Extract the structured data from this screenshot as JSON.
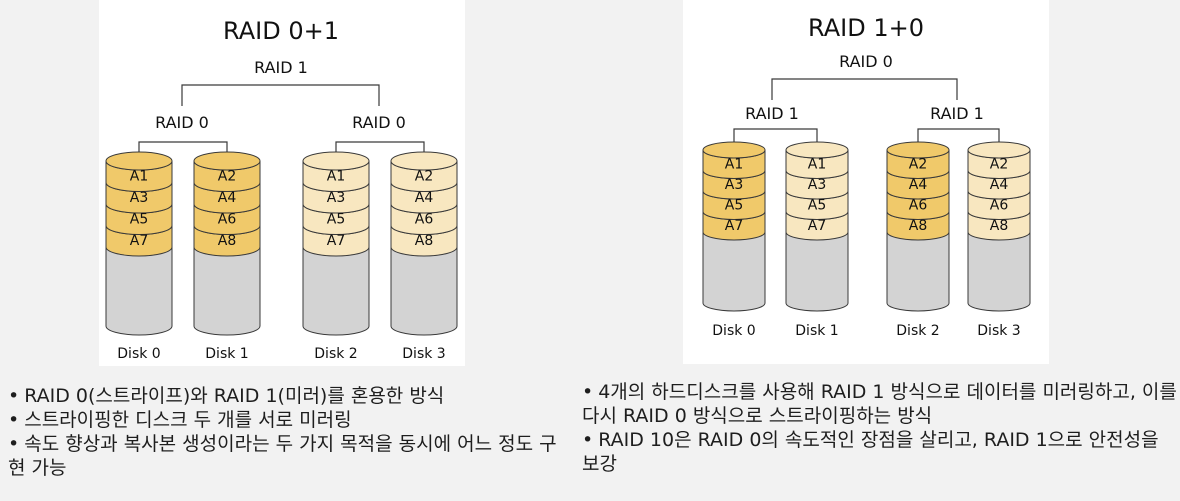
{
  "left_diagram": {
    "title": "RAID 0+1",
    "top_label": "RAID 1",
    "groups": [
      {
        "label": "RAID 0",
        "disks": [
          {
            "name": "Disk 0",
            "blocks": [
              "A1",
              "A3",
              "A5",
              "A7"
            ],
            "fill": "#f0c96a"
          },
          {
            "name": "Disk 1",
            "blocks": [
              "A2",
              "A4",
              "A6",
              "A8"
            ],
            "fill": "#f0c96a"
          }
        ]
      },
      {
        "label": "RAID 0",
        "disks": [
          {
            "name": "Disk 2",
            "blocks": [
              "A1",
              "A3",
              "A5",
              "A7"
            ],
            "fill": "#f8e7c0"
          },
          {
            "name": "Disk 3",
            "blocks": [
              "A2",
              "A4",
              "A6",
              "A8"
            ],
            "fill": "#f8e7c0"
          }
        ]
      }
    ]
  },
  "right_diagram": {
    "title": "RAID 1+0",
    "top_label": "RAID 0",
    "groups": [
      {
        "label": "RAID 1",
        "disks": [
          {
            "name": "Disk 0",
            "blocks": [
              "A1",
              "A3",
              "A5",
              "A7"
            ],
            "fill": "#f0c96a"
          },
          {
            "name": "Disk 1",
            "blocks": [
              "A1",
              "A3",
              "A5",
              "A7"
            ],
            "fill": "#f8e7c0"
          }
        ]
      },
      {
        "label": "RAID 1",
        "disks": [
          {
            "name": "Disk 2",
            "blocks": [
              "A2",
              "A4",
              "A6",
              "A8"
            ],
            "fill": "#f0c96a"
          },
          {
            "name": "Disk 3",
            "blocks": [
              "A2",
              "A4",
              "A6",
              "A8"
            ],
            "fill": "#f8e7c0"
          }
        ]
      }
    ]
  },
  "colors": {
    "disk_body": "#d3d3d3",
    "outline": "#3a3a3a"
  },
  "left_bullets": [
    "RAID 0(스트라이프)와 RAID 1(미러)를 혼용한 방식",
    "스트라이핑한 디스크 두 개를 서로 미러링",
    "속도 향상과 복사본 생성이라는 두 가지 목적을 동시에 어느 정도 구현 가능"
  ],
  "right_bullets": [
    "4개의 하드디스크를 사용해 RAID 1 방식으로 데이터를 미러링하고, 이를 다시 RAID 0 방식으로 스트라이핑하는 방식",
    "RAID 10은 RAID 0의 속도적인 장점을 살리고, RAID 1으로 안전성을 보강"
  ]
}
